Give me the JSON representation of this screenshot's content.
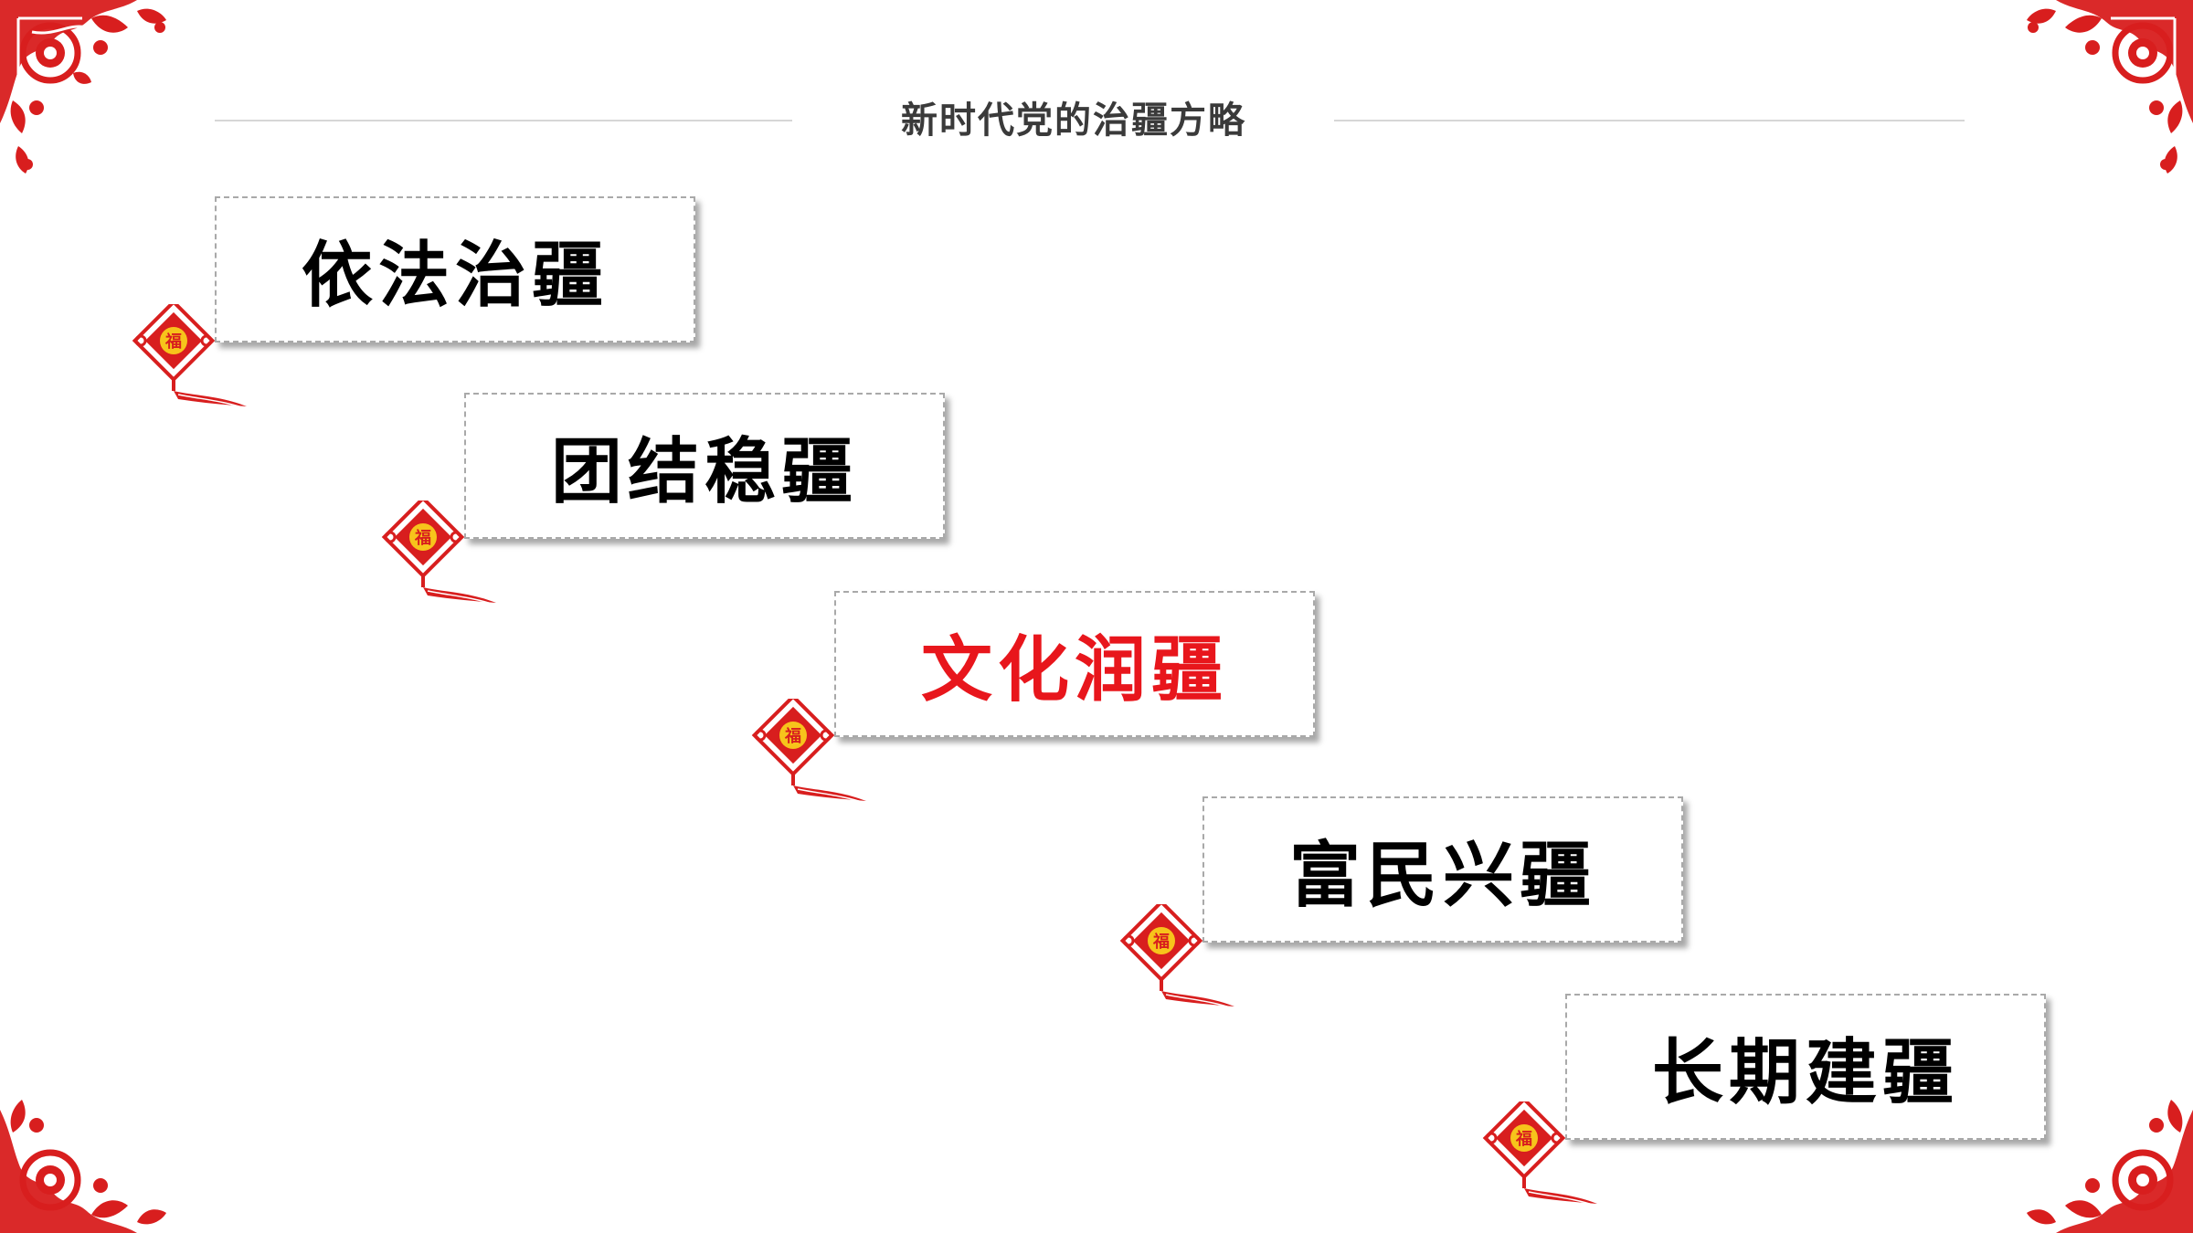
{
  "title": "新时代党的治疆方略",
  "items": [
    {
      "label": "依法治疆",
      "highlighted": false
    },
    {
      "label": "团结稳疆",
      "highlighted": false
    },
    {
      "label": "文化润疆",
      "highlighted": true
    },
    {
      "label": "富民兴疆",
      "highlighted": false
    },
    {
      "label": "长期建疆",
      "highlighted": false
    }
  ],
  "colors": {
    "accent_red": "#e8161c",
    "knot_gold": "#f7c41b",
    "line_gray": "#d6d6d6"
  },
  "icons": {
    "corner_ornament": "papercut-flower-icon",
    "item_marker": "chinese-knot-icon"
  }
}
